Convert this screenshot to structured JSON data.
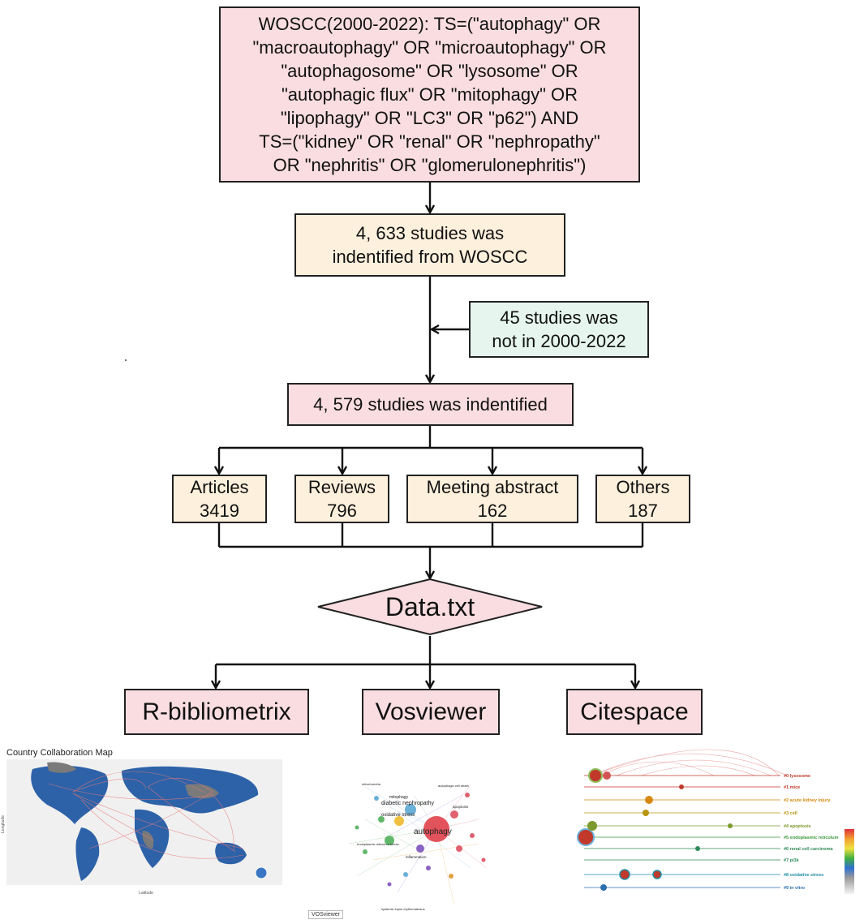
{
  "query_box": {
    "lines": [
      "WOSCC(2000-2022): TS=(\"autophagy\" OR",
      "\"macroautophagy\" OR \"microautophagy\" OR",
      "\"autophagosome\" OR \"lysosome\" OR",
      "\"autophagic flux\" OR \"mitophagy\" OR",
      "\"lipophagy\" OR \"LC3\" OR \"p62\") AND",
      "TS=(\"kidney\" OR \"renal\" OR \"nephropathy\"",
      "OR \"nephritis\" OR \"glomerulonephritis\")"
    ]
  },
  "identified_box": {
    "lines": [
      "4, 633 studies was",
      "indentified from WOSCC"
    ]
  },
  "excluded_box": {
    "lines": [
      "45 studies was",
      "not in 2000-2022"
    ]
  },
  "final_box": {
    "text": "4, 579 studies was indentified"
  },
  "categories": [
    {
      "label": "Articles",
      "count": "3419"
    },
    {
      "label": "Reviews",
      "count": "796"
    },
    {
      "label": "Meeting abstract",
      "count": "162"
    },
    {
      "label": "Others",
      "count": "187"
    }
  ],
  "data_node": {
    "text": "Data.txt"
  },
  "tools": [
    {
      "label": "R-bibliometrix"
    },
    {
      "label": "Vosviewer"
    },
    {
      "label": "Citespace"
    }
  ],
  "map_panel": {
    "title": "Country Collaboration Map",
    "xlabel": "Latitude",
    "ylabel": "Longitude"
  },
  "vos_panel": {
    "logo": "VOSviewer",
    "words": [
      "autophagy",
      "diabetic nephropathy",
      "oxidative stress",
      "mitophagy",
      "apoptosis",
      "inflammation",
      "mitochondria",
      "autophagic cell death",
      "systemic lupus erythematosus",
      "endoplasmic reticulum stress"
    ]
  },
  "cite_panel": {
    "clusters": [
      {
        "label": "#0 lysosome",
        "color": "#c0392b"
      },
      {
        "label": "#1 mice",
        "color": "#c0392b"
      },
      {
        "label": "#2 acute kidney injury",
        "color": "#d68910"
      },
      {
        "label": "#3 cell",
        "color": "#b7950b"
      },
      {
        "label": "#4 apoptosis",
        "color": "#7d9a2c"
      },
      {
        "label": "#5 endoplasmic reticulum",
        "color": "#3e9a3e"
      },
      {
        "label": "#6 renal cell carcinoma",
        "color": "#2e8b57"
      },
      {
        "label": "#7 pi3k",
        "color": "#2e8b57"
      },
      {
        "label": "#8 oxidative stress",
        "color": "#1f8fa6"
      },
      {
        "label": "#9 in vitro",
        "color": "#2c6fb0"
      }
    ]
  }
}
